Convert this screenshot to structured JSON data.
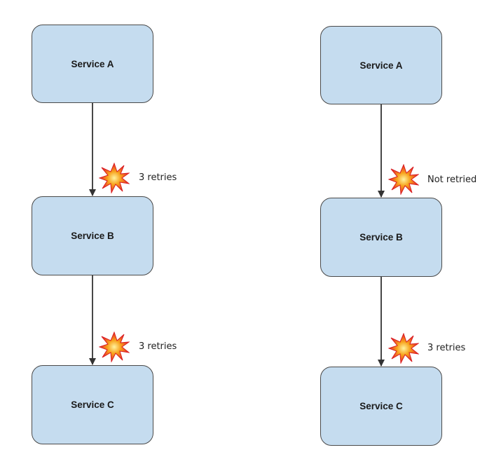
{
  "left_flow": {
    "nodes": [
      {
        "label": "Service A"
      },
      {
        "label": "Service B"
      },
      {
        "label": "Service C"
      }
    ],
    "edges": [
      {
        "from": "Service A",
        "to": "Service B",
        "note": "3 retries",
        "icon": "collision-icon"
      },
      {
        "from": "Service B",
        "to": "Service C",
        "note": "3 retries",
        "icon": "collision-icon"
      }
    ]
  },
  "right_flow": {
    "nodes": [
      {
        "label": "Service A"
      },
      {
        "label": "Service B"
      },
      {
        "label": "Service C"
      }
    ],
    "edges": [
      {
        "from": "Service A",
        "to": "Service B",
        "note": "Not retried",
        "icon": "collision-icon"
      },
      {
        "from": "Service B",
        "to": "Service C",
        "note": "3 retries",
        "icon": "collision-icon"
      }
    ]
  },
  "colors": {
    "node_fill": "#c5dcef",
    "node_border": "#4a4a4a",
    "arrow": "#333333",
    "burst_outer": "#e8262a",
    "burst_inner": "#f7a21b"
  }
}
